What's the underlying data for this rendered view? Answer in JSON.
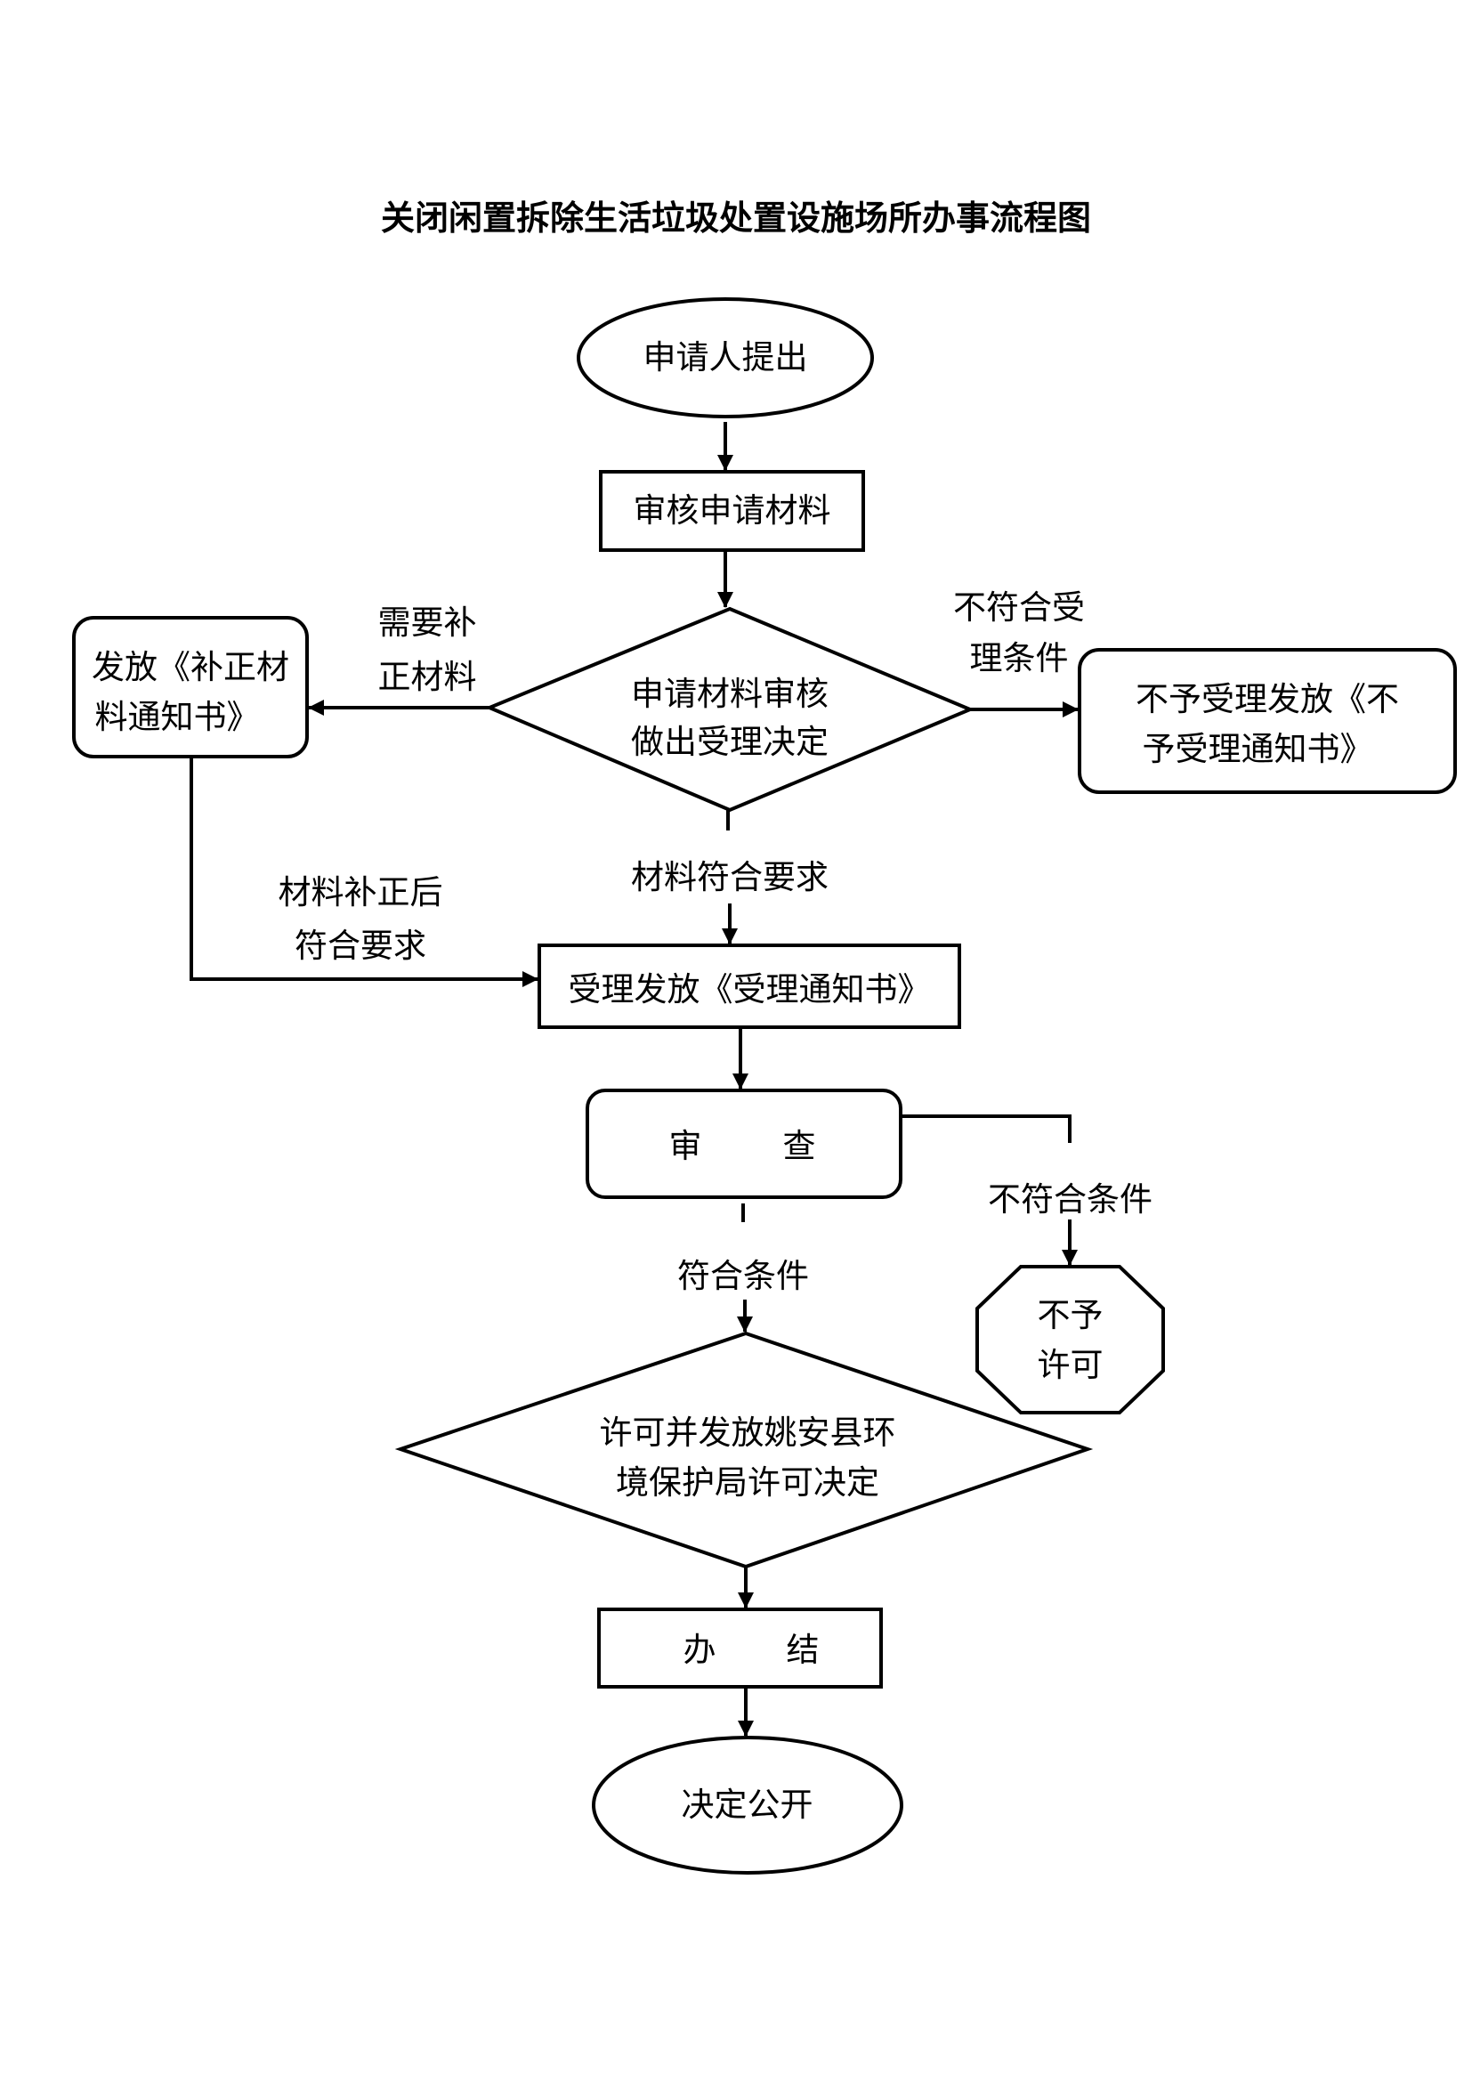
{
  "title": "关闭闲置拆除生活垃圾处置设施场所办事流程图",
  "nodes": {
    "start": {
      "shape": "ellipse",
      "text": "申请人提出"
    },
    "review_materials": {
      "shape": "rectangle",
      "text": "审核申请材料"
    },
    "decision_accept": {
      "shape": "diamond",
      "line1": "申请材料审核",
      "line2": "做出受理决定"
    },
    "supplement_notice": {
      "shape": "rounded-rectangle",
      "line1": "发放《补正材",
      "line2": "料通知书》"
    },
    "reject_notice": {
      "shape": "rounded-rectangle",
      "line1": "不予受理发放《不",
      "line2": "予受理通知书》"
    },
    "accept_notice": {
      "shape": "rectangle",
      "text": "受理发放《受理通知书》"
    },
    "examine": {
      "shape": "rounded-rectangle",
      "char1": "审",
      "char2": "查"
    },
    "deny_permit": {
      "shape": "octagon",
      "line1": "不予",
      "line2": "许可"
    },
    "decision_permit": {
      "shape": "diamond",
      "line1": "许可并发放姚安县环",
      "line2": "境保护局许可决定"
    },
    "complete": {
      "shape": "rectangle",
      "char1": "办",
      "char2": "结"
    },
    "end": {
      "shape": "ellipse",
      "text": "决定公开"
    }
  },
  "edge_labels": {
    "need_supplement": {
      "line1": "需要补",
      "line2": "正材料"
    },
    "not_meet_acceptance": {
      "line1": "不符合受",
      "line2": "理条件"
    },
    "materials_ok": "材料符合要求",
    "after_supplement": {
      "line1": "材料补正后",
      "line2": "符合要求"
    },
    "conditions_met": "符合条件",
    "conditions_not_met": "不符合条件"
  }
}
